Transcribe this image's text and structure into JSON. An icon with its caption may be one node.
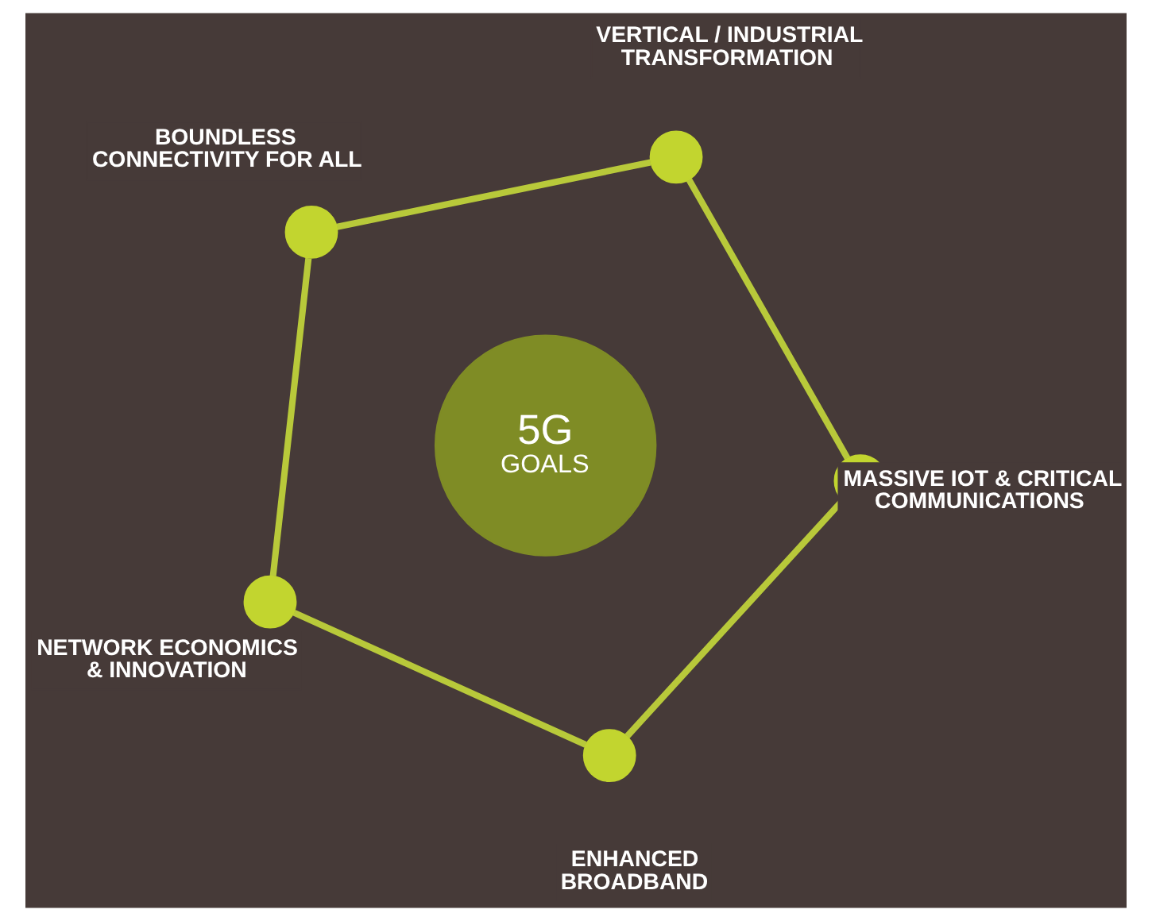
{
  "diagram": {
    "nodes": [
      {
        "text": [],
        "shape": "circle",
        "beside": [
          "BOUNDLESS CONNECTIVITY FOR ALL"
        ]
      },
      {
        "text": [],
        "shape": "circle",
        "beside": [
          "VERTICAL / INDUSTRIAL TRANSFORMATION"
        ]
      },
      {
        "text": [],
        "shape": "circle",
        "beside": [
          "NETWORK ECONOMICS & INNOVATION"
        ]
      },
      {
        "text": [
          "5G",
          "GOALS"
        ]
      },
      {
        "text": [],
        "shape": "circle",
        "beside": [
          "MASSIVE IOT & CRITICAL COMMUNICATIONS"
        ]
      },
      {
        "text": [],
        "shape": "circle",
        "beside": [
          "ENHANCED BROADBAND"
        ]
      }
    ],
    "edges": [
      {
        "from": 0,
        "to": 2,
        "arrow": "none"
      },
      {
        "from": 2,
        "to": 5,
        "arrow": "none"
      },
      {
        "from": 5,
        "to": 4,
        "arrow": "none"
      },
      {
        "from": 4,
        "to": 1,
        "arrow": "none"
      },
      {
        "from": 1,
        "to": 0,
        "arrow": "none"
      }
    ]
  }
}
